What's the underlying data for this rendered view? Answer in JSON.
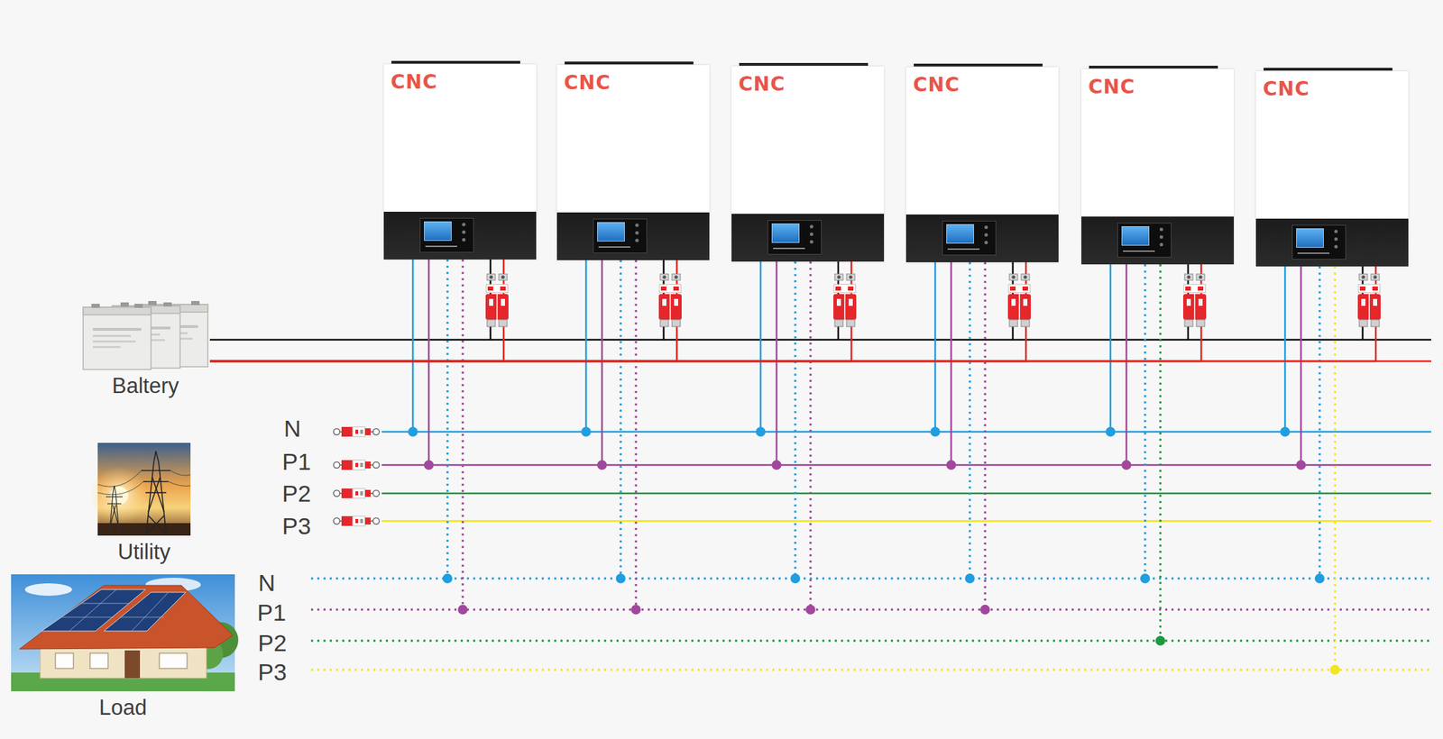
{
  "diagram": {
    "nodes": [
      {
        "text": [
          "CNC"
        ]
      },
      {
        "text": [
          "CNC"
        ]
      },
      {
        "text": [
          "CNC"
        ]
      },
      {
        "text": [
          "CNC"
        ]
      },
      {
        "text": [
          "CNC"
        ]
      },
      {
        "text": [
          "CNC"
        ]
      },
      {
        "text": [
          "Baltery"
        ]
      },
      {
        "text": [
          "Utility"
        ]
      },
      {
        "text": [
          "Load"
        ]
      }
    ],
    "edges": [
      {
        "from": 6,
        "to": 0,
        "arrow": "none"
      },
      {
        "from": 6,
        "to": 1,
        "arrow": "none"
      },
      {
        "from": 6,
        "to": 2,
        "arrow": "none"
      },
      {
        "from": 6,
        "to": 3,
        "arrow": "none"
      },
      {
        "from": 6,
        "to": 4,
        "arrow": "none"
      },
      {
        "from": 6,
        "to": 5,
        "arrow": "none"
      }
    ],
    "labels": [
      "N",
      "P1",
      "P2",
      "P3",
      "N",
      "P1",
      "P2",
      "P3"
    ]
  }
}
